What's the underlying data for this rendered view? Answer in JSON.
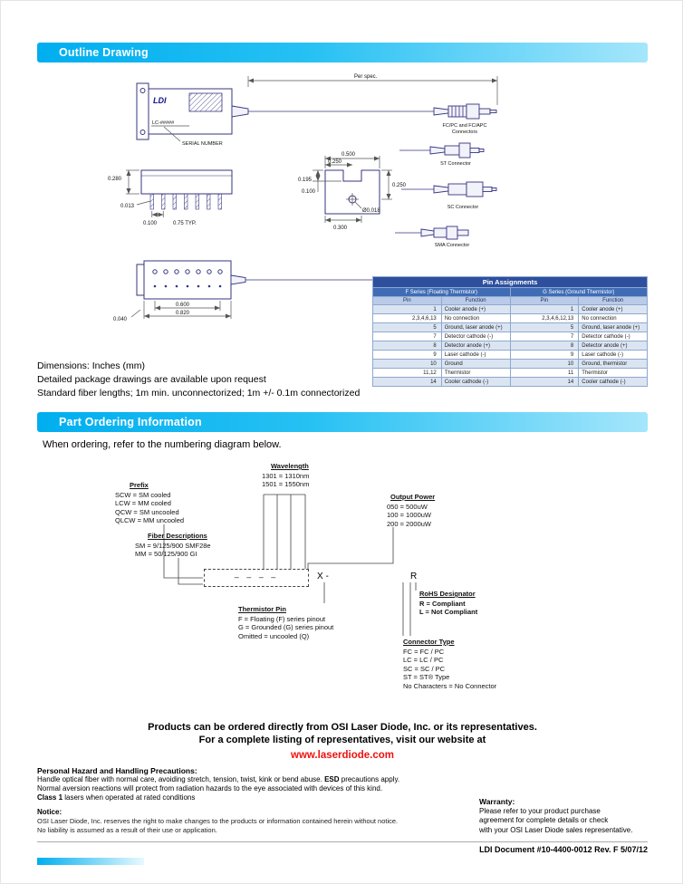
{
  "header": {
    "outline_title": "Outline Drawing",
    "ordering_title": "Part Ordering Information"
  },
  "outline": {
    "drawing": {
      "logo": "LDI",
      "model": "LC-#####",
      "serial_number": "SERIAL NUMBER",
      "per_spec": "Per spec."
    },
    "dims": {
      "body_height": "0.280",
      "pin_width": "0.013",
      "pin_pitch": "0.100",
      "pitch_typ": "0.75 TYP.",
      "end_width": "0.500",
      "end_half": "0.250",
      "notch_a": "0.195",
      "notch_b": "0.100",
      "end_side": "0.250",
      "hole_dia": "Ø0.018",
      "end_bottom": "0.300",
      "edge_offset": "0.040",
      "hole_span": "0.600",
      "body_len": "0.820"
    },
    "connectors": {
      "fc_line1": "FC/PC and FC/APC",
      "fc_line2": "Connectors",
      "st": "ST Connector",
      "sc": "SC Connector",
      "sma": "SMA Connector"
    },
    "notes": [
      "Dimensions:  Inches (mm)",
      "Detailed package drawings are available upon request",
      "Standard fiber lengths; 1m min. unconnectorized; 1m +/- 0.1m connectorized"
    ]
  },
  "pin_table": {
    "title": "Pin Assignments",
    "group_f": "F Series (Floating Thermistor)",
    "group_g": "G Series (Ground Thermistor)",
    "col_pin": "Pin",
    "col_function": "Function",
    "rows": [
      [
        "1",
        "Cooler anode (+)",
        "1",
        "Cooler anode (+)"
      ],
      [
        "2,3,4,6,13",
        "No connection",
        "2,3,4,6,12,13",
        "No connection"
      ],
      [
        "5",
        "Ground, laser anode (+)",
        "5",
        "Ground, laser anode (+)"
      ],
      [
        "7",
        "Detector cathode (-)",
        "7",
        "Detector cathode (-)"
      ],
      [
        "8",
        "Detector anode (+)",
        "8",
        "Detector anode (+)"
      ],
      [
        "9",
        "Laser cathode (-)",
        "9",
        "Laser cathode (-)"
      ],
      [
        "10",
        "Ground",
        "10",
        "Ground, thermistor"
      ],
      [
        "11,12",
        "Thermistor",
        "11",
        "Thermistor"
      ],
      [
        "14",
        "Cooler cathode (-)",
        "14",
        "Cooler cathode (-)"
      ]
    ]
  },
  "ordering": {
    "intro": "When ordering, refer to the numbering diagram below.",
    "groups": {
      "prefix": {
        "title": "Prefix",
        "items": [
          "SCW =  SM cooled",
          "LCW =  MM cooled",
          "QCW =  SM uncooled",
          "QLCW = MM uncooled"
        ]
      },
      "fiber": {
        "title": "Fiber Descriptions",
        "items": [
          "SM  =  9/125/900 SMF28e",
          "MM  =  50/125/900 GI"
        ]
      },
      "wavelength": {
        "title": "Wavelength",
        "items": [
          "1301 = 1310nm",
          "1501 = 1550nm"
        ]
      },
      "output": {
        "title": "Output Power",
        "items": [
          "050 = 500uW",
          "100 = 1000uW",
          "200 = 2000uW"
        ]
      },
      "thermistor": {
        "title": "Thermistor Pin",
        "items": [
          "F = Floating (F) series pinout",
          "G = Grounded (G) series pinout",
          "Omitted = uncooled (Q)"
        ]
      },
      "rohs": {
        "title": "RoHS Designator",
        "items": [
          "R = Compliant",
          "L = Not Compliant"
        ]
      },
      "connector": {
        "title": "Connector Type",
        "items": [
          "FC = FC / PC",
          "LC = LC / PC",
          "SC = SC / PC",
          "ST = ST® Type",
          "No Characters = No Connector"
        ]
      }
    },
    "code": {
      "blank": "– – – –",
      "x": "X -",
      "r": "R"
    }
  },
  "footer": {
    "order_line1": "Products can be ordered directly from OSI Laser Diode, Inc. or its representatives.",
    "order_line2": "For a complete listing of representatives, visit our website at",
    "website": "www.laserdiode.com",
    "hazard_title": "Personal Hazard and Handling Precautions:",
    "hazard_line1_pre": "Handle optical fiber with normal care, avoiding stretch, tension, twist, kink or bend abuse. ",
    "hazard_line1_bold": "ESD",
    "hazard_line1_post": " precautions apply.",
    "hazard_line2": "Normal aversion reactions will protect from radiation hazards to the eye associated with devices of this kind.",
    "hazard_line3_bold": "Class 1",
    "hazard_line3_post": " lasers when operated at rated conditions",
    "notice_title": "Notice:",
    "notice_lines": [
      "OSI Laser Diode, Inc. reserves the right to make changes to the products or information contained herein without notice.",
      "No liability is assumed as a result of their use or application."
    ],
    "warranty_title": "Warranty:",
    "warranty_lines": [
      "Please refer to your product purchase",
      "agreement for complete details or check",
      "with your OSI Laser Diode sales representative."
    ],
    "doc_ref": "LDI Document #10-4400-0012 Rev. F 5/07/12"
  },
  "colors": {
    "accent_cyan": "#00aeef",
    "link_red": "#ee1111",
    "table_title_blue": "#2d4f9e"
  }
}
